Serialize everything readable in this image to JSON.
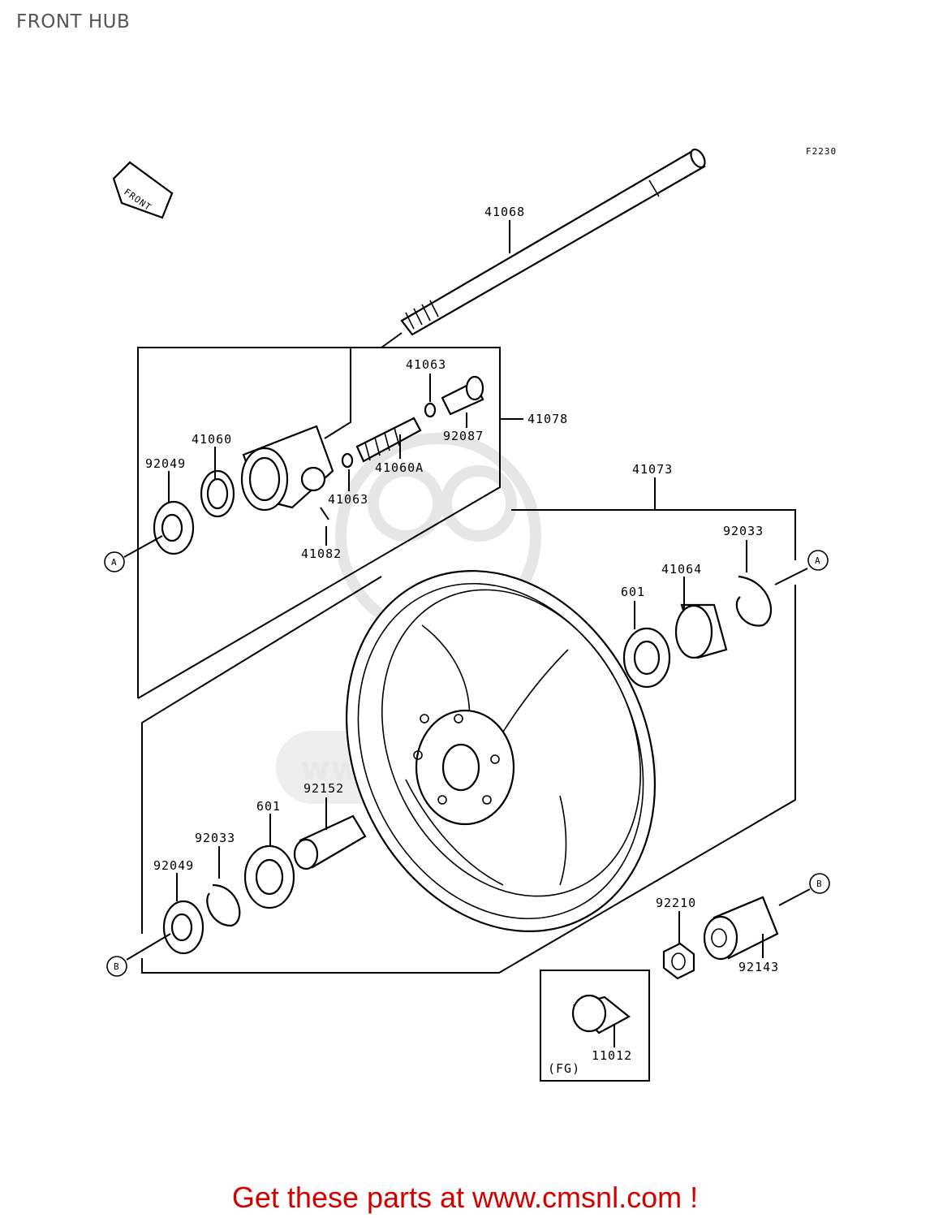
{
  "title": "FRONT HUB",
  "figure_code": "F2230",
  "front_arrow_label": "FRONT",
  "watermark": "www.cmsnl.com",
  "parts": {
    "axle": "41068",
    "hub_assy": "41078",
    "coupling": "41060",
    "coupling_gear": "41060A",
    "washer_upper": "41063",
    "washer_lower": "41063",
    "pin": "41082",
    "bushing": "92087",
    "seal_left_upper": "92049",
    "seal_left_lower": "92049",
    "wheel": "41073",
    "circlip_right": "92033",
    "circlip_left": "92033",
    "retainer": "41064",
    "bearing_right": "601",
    "bearing_left": "601",
    "spacer": "92152",
    "nut": "92210",
    "collar": "92143",
    "cap": "11012"
  },
  "callouts": {
    "a_left": "A",
    "a_right": "A",
    "b_left": "B",
    "b_right": "B"
  },
  "fg_label": "(FG)",
  "footer": "Get these parts at www.cmsnl.com !"
}
